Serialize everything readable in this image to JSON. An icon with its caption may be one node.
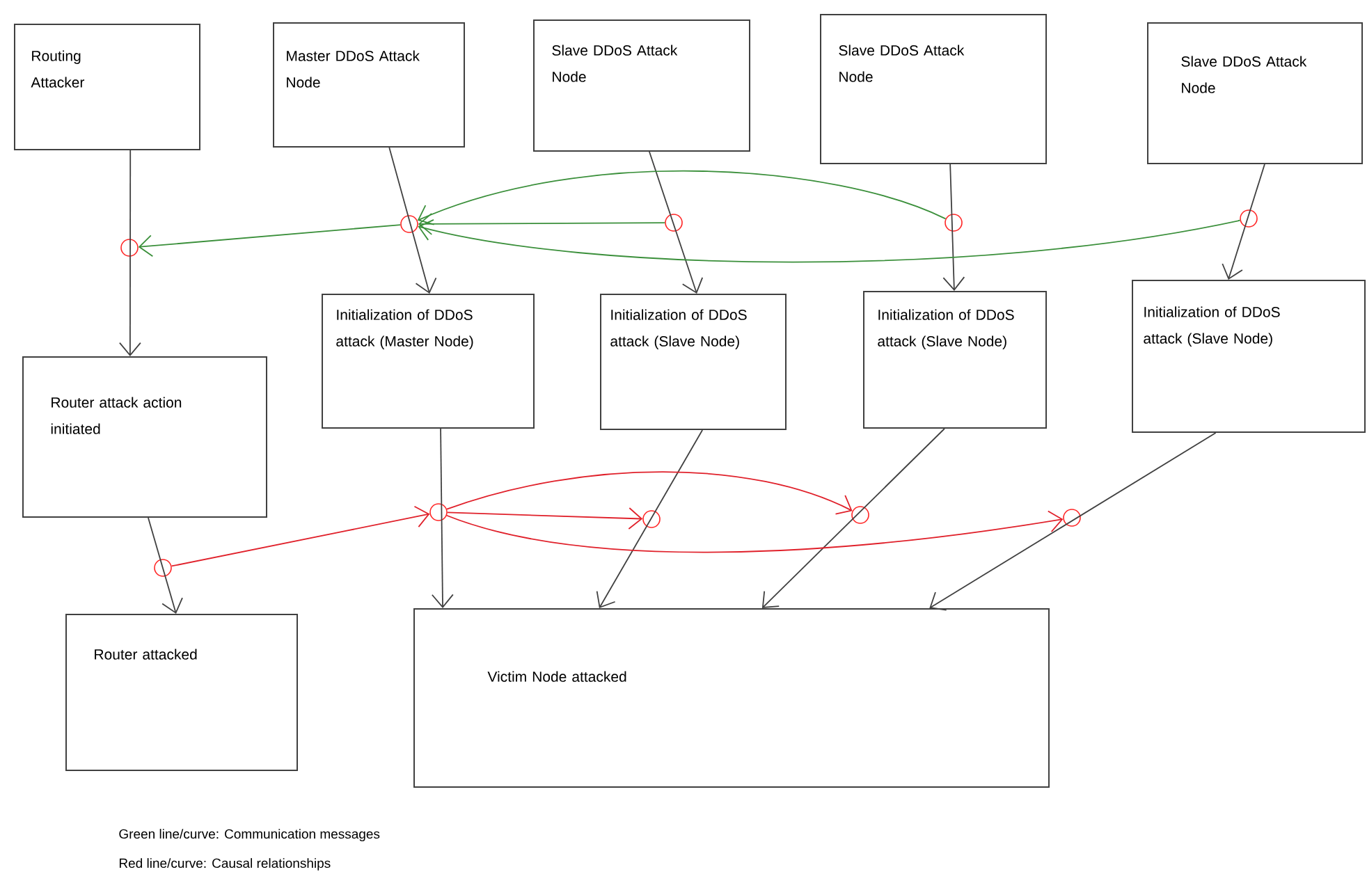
{
  "diagram": {
    "nodes": [
      {
        "text": [
          "Routing Attacker"
        ]
      },
      {
        "text": [
          "Master DDoS Attack Node"
        ]
      },
      {
        "text": [
          "Slave DDoS Attack Node"
        ]
      },
      {
        "text": [
          "Slave DDoS Attack Node"
        ]
      },
      {
        "text": [
          "Slave DDoS Attack Node"
        ]
      },
      {
        "text": [
          "Initialization of DDoS attack (Master Node)"
        ]
      },
      {
        "text": [
          "Initialization of DDoS attack (Slave Node)"
        ]
      },
      {
        "text": [
          "Initialization of DDoS attack (Slave Node)"
        ]
      },
      {
        "text": [
          "Initialization of DDoS attack (Slave Node)"
        ]
      },
      {
        "text": [
          "Router attack action initiated"
        ]
      },
      {
        "text": [
          "Router attacked"
        ]
      },
      {
        "text": [
          "Victim Node attacked"
        ]
      },
      {
        "text": [],
        "shape": "circle"
      },
      {
        "text": [],
        "shape": "circle"
      },
      {
        "text": [],
        "shape": "circle"
      },
      {
        "text": [],
        "shape": "circle"
      },
      {
        "text": [],
        "shape": "circle"
      },
      {
        "text": [],
        "shape": "circle"
      },
      {
        "text": [],
        "shape": "circle"
      },
      {
        "text": [],
        "shape": "circle"
      },
      {
        "text": [],
        "shape": "circle"
      },
      {
        "text": [],
        "shape": "circle"
      }
    ],
    "edges": [
      {
        "from": 0,
        "to": 9,
        "arrow": "to"
      },
      {
        "from": 1,
        "to": 5,
        "arrow": "to"
      },
      {
        "from": 2,
        "to": 6,
        "arrow": "to"
      },
      {
        "from": 3,
        "to": 7,
        "arrow": "to"
      },
      {
        "from": 4,
        "to": 8,
        "arrow": "to"
      },
      {
        "from": 9,
        "to": 10,
        "arrow": "to"
      },
      {
        "from": 5,
        "to": 11,
        "arrow": "to"
      },
      {
        "from": 6,
        "to": 11,
        "arrow": "to"
      },
      {
        "from": 7,
        "to": 11,
        "arrow": "to"
      },
      {
        "from": 8,
        "to": 11,
        "arrow": "to"
      },
      {
        "from": 14,
        "to": 13,
        "arrow": "to",
        "color": "#3a8f3a"
      },
      {
        "from": 15,
        "to": 13,
        "arrow": "to",
        "color": "#3a8f3a"
      },
      {
        "from": 16,
        "to": 13,
        "arrow": "to",
        "color": "#3a8f3a"
      },
      {
        "from": 13,
        "to": 12,
        "arrow": "to",
        "color": "#3a8f3a"
      },
      {
        "from": 17,
        "to": 18,
        "arrow": "to",
        "color": "#e0202a"
      },
      {
        "from": 18,
        "to": 19,
        "arrow": "to",
        "color": "#e0202a"
      },
      {
        "from": 18,
        "to": 20,
        "arrow": "to",
        "color": "#e0202a"
      },
      {
        "from": 18,
        "to": 21,
        "arrow": "to",
        "color": "#e0202a"
      }
    ],
    "labels": [
      "Green line/curve: Communication messages",
      "Red line/curve: Causal relationships"
    ]
  }
}
